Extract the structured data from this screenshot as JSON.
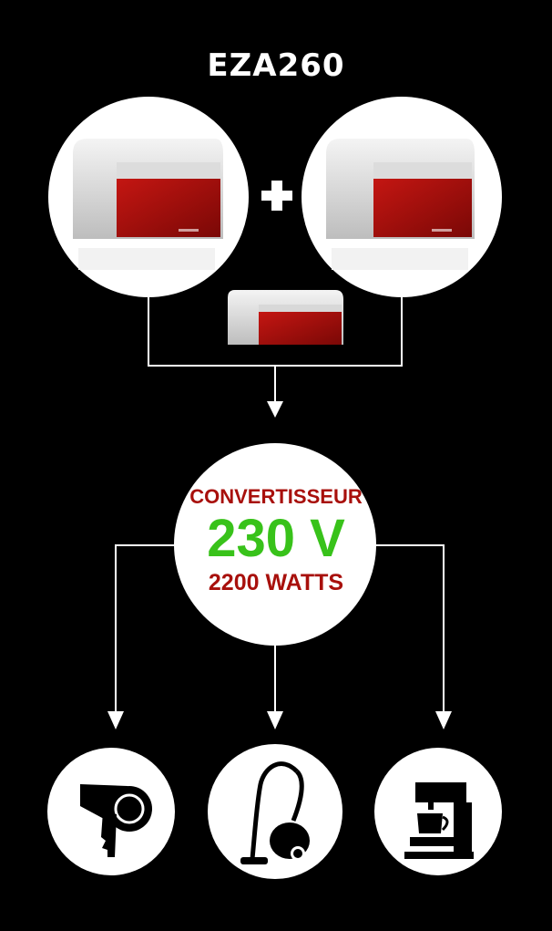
{
  "product_title": "EZA260",
  "plus_symbol": "+",
  "converter": {
    "label": "CONVERTISSEUR",
    "voltage": "230 V",
    "power": "2200 WATTS"
  },
  "colors": {
    "background": "#000000",
    "circle": "#ffffff",
    "connector": "#ffffff",
    "device_body": "#e8e8e8",
    "device_front": "#a8100c",
    "label_red": "#a8100c",
    "voltage_green": "#38c21a",
    "icon": "#000000"
  },
  "appliances": [
    {
      "icon": "hair-dryer-icon"
    },
    {
      "icon": "vacuum-cleaner-icon"
    },
    {
      "icon": "coffee-machine-icon"
    }
  ]
}
